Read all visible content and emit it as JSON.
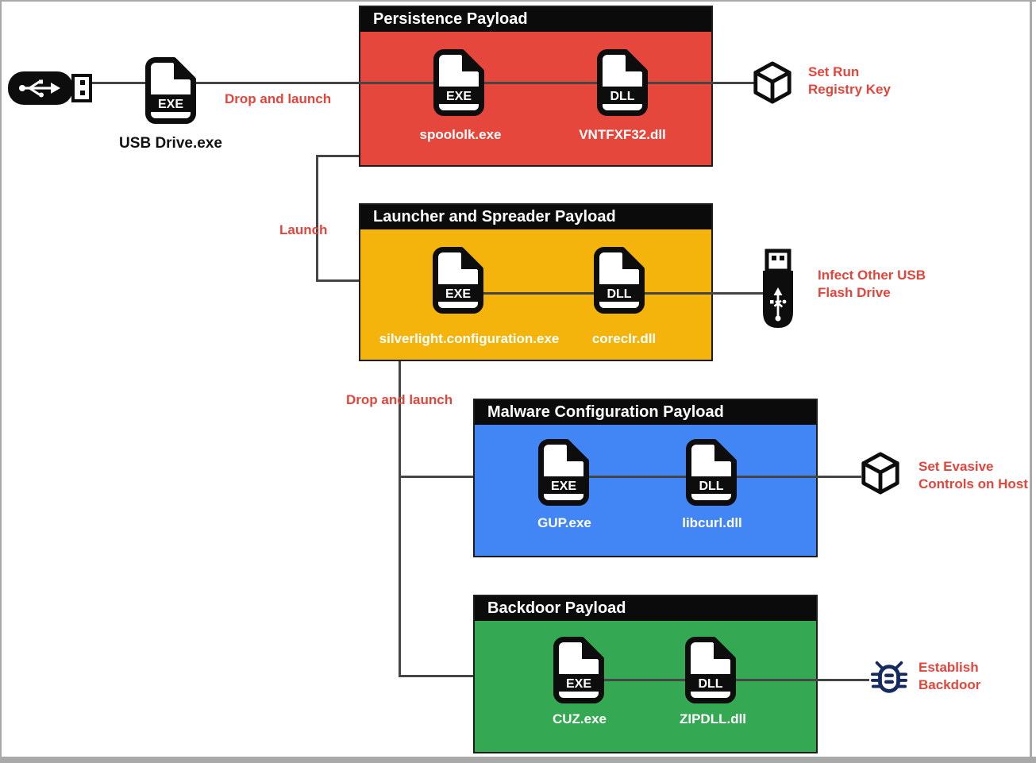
{
  "colors": {
    "persistence_red": "#e5473d",
    "launcher_yellow": "#f4b40c",
    "config_blue": "#4285f4",
    "backdoor_green": "#34a853",
    "header_black": "#0b0b0b",
    "annotation_red": "#e2453c",
    "connector_gray": "#454545",
    "bug_navy": "#152a5e"
  },
  "source": {
    "drive_icon": "usb-drive-icon",
    "file_badge": "EXE",
    "label": "USB Drive.exe"
  },
  "annotations": {
    "drop_and_launch_1": "Drop and launch",
    "launch": "Launch",
    "drop_and_launch_2": "Drop and launch"
  },
  "payloads": [
    {
      "title": "Persistence Payload",
      "exe_badge": "EXE",
      "exe_name": "spoololk.exe",
      "dll_badge": "DLL",
      "dll_name": "VNTFXF32.dll",
      "outcome_icon": "cube-icon",
      "outcome_line1": "Set Run",
      "outcome_line2": "Registry Key"
    },
    {
      "title": "Launcher and Spreader Payload",
      "exe_badge": "EXE",
      "exe_name": "silverlight.configuration.exe",
      "dll_badge": "DLL",
      "dll_name": "coreclr.dll",
      "outcome_icon": "usb-flash-drive-icon",
      "outcome_line1": "Infect Other USB",
      "outcome_line2": "Flash Drive"
    },
    {
      "title": "Malware Configuration Payload",
      "exe_badge": "EXE",
      "exe_name": "GUP.exe",
      "dll_badge": "DLL",
      "dll_name": "libcurl.dll",
      "outcome_icon": "cube-icon",
      "outcome_line1": "Set Evasive",
      "outcome_line2": "Controls on Host"
    },
    {
      "title": "Backdoor Payload",
      "exe_badge": "EXE",
      "exe_name": "CUZ.exe",
      "dll_badge": "DLL",
      "dll_name": "ZIPDLL.dll",
      "outcome_icon": "bug-icon",
      "outcome_line1": "Establish",
      "outcome_line2": "Backdoor"
    }
  ]
}
